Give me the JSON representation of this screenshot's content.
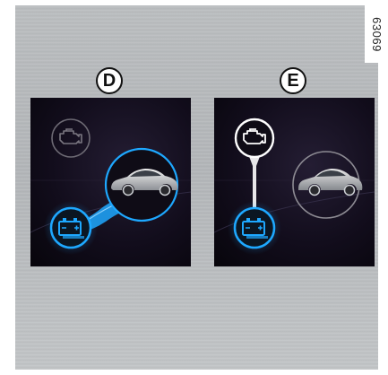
{
  "reference_number": "63069",
  "panels": [
    {
      "label": "D",
      "active_link": "battery-to-car",
      "icons": [
        "engine-icon",
        "car-icon",
        "battery-icon"
      ]
    },
    {
      "label": "E",
      "active_link": "engine-to-battery",
      "icons": [
        "engine-icon",
        "car-icon",
        "battery-icon"
      ]
    }
  ],
  "colors": {
    "background": "#b7babc",
    "panel": "#120d1c",
    "highlight": "#1ea8ff",
    "outline": "#ffffff"
  }
}
